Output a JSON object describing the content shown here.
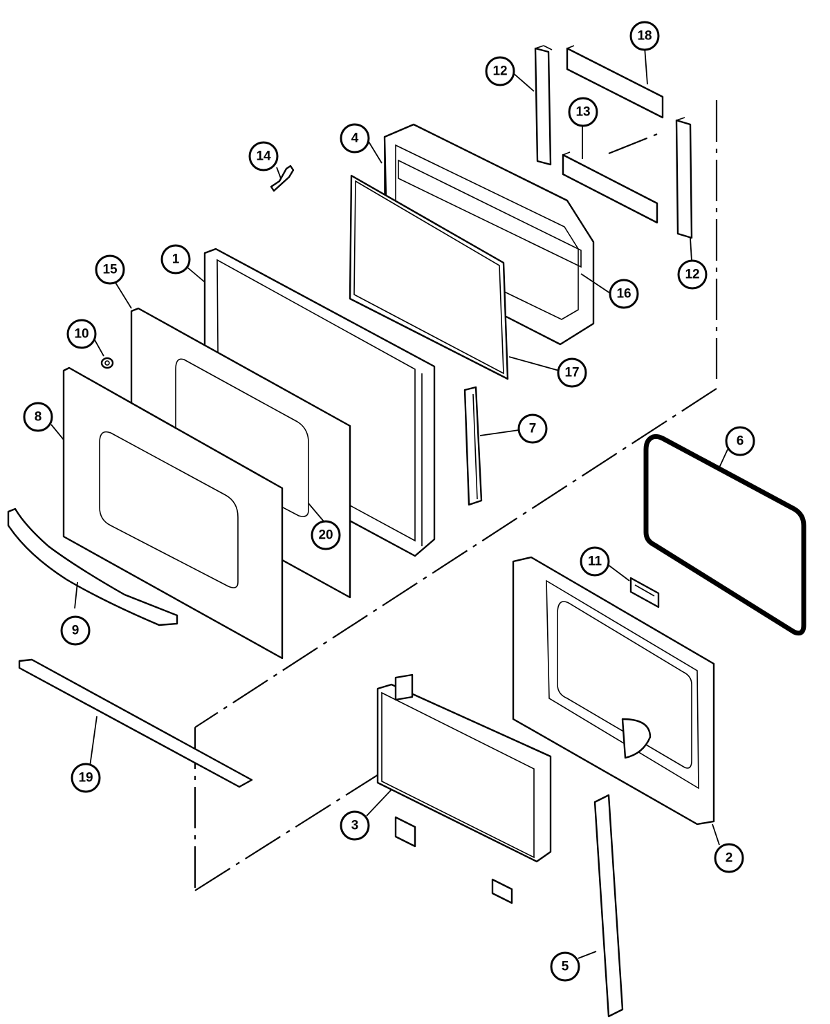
{
  "diagram": {
    "callouts": [
      {
        "id": "c1",
        "label": "1"
      },
      {
        "id": "c2",
        "label": "2"
      },
      {
        "id": "c3",
        "label": "3"
      },
      {
        "id": "c4",
        "label": "4"
      },
      {
        "id": "c5",
        "label": "5"
      },
      {
        "id": "c6",
        "label": "6"
      },
      {
        "id": "c7",
        "label": "7"
      },
      {
        "id": "c8",
        "label": "8"
      },
      {
        "id": "c9",
        "label": "9"
      },
      {
        "id": "c10",
        "label": "10"
      },
      {
        "id": "c11",
        "label": "11"
      },
      {
        "id": "c12a",
        "label": "12"
      },
      {
        "id": "c12b",
        "label": "12"
      },
      {
        "id": "c13",
        "label": "13"
      },
      {
        "id": "c14",
        "label": "14"
      },
      {
        "id": "c15",
        "label": "15"
      },
      {
        "id": "c16",
        "label": "16"
      },
      {
        "id": "c17",
        "label": "17"
      },
      {
        "id": "c18",
        "label": "18"
      },
      {
        "id": "c19",
        "label": "19"
      },
      {
        "id": "c20",
        "label": "20"
      }
    ]
  }
}
